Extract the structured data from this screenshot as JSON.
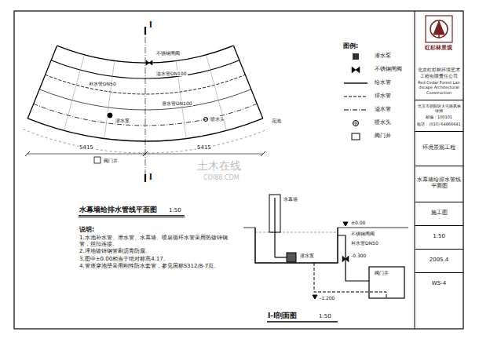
{
  "diagram": {
    "nodes": [
      {
        "text": [
          "北京红杉林环境艺术工程有限责任公司",
          "Red Cedar Forest Landscape Architectural Construction"
        ]
      },
      {
        "text": [
          "北京市朝阳区大屯路风林绿洲",
          "邮编：100101",
          "电话：(010) 64866641"
        ],
        "in": 0
      },
      {
        "text": [
          "环境景观工程"
        ],
        "in": 0
      },
      {
        "text": [
          "水幕墙给排水管线平面图"
        ],
        "in": 0
      },
      {
        "text": [
          "施工图"
        ],
        "in": 0
      },
      {
        "text": [
          "1:50"
        ],
        "in": 0
      },
      {
        "text": [
          "2005.4"
        ],
        "in": 0
      },
      {
        "text": [
          "WS-4"
        ],
        "in": 0
      }
    ],
    "labels": [
      "I",
      "I",
      "5415",
      "5415",
      "不锈钢闸阀",
      "溢水管DN100",
      "补水管DN50",
      "泄水管DN100",
      "喷水头",
      "潜水泵",
      "花池",
      "阀门井",
      "水幕墙给排水管线平面图",
      "1:50",
      "说明:",
      "1.水池补水管、泄水管、水幕墙、喷泉循环水管采用热镀锌钢管，丝扣连接。",
      "2.埋地镀锌钢管刷沥青防腐。",
      "3.图中±0.00相当于绝对标高4.17。",
      "4.管道穿池壁采用刚性防水套管，参见国标S312/8-7页。",
      "水幕墙",
      "±0.00",
      "不锈钢闸阀",
      "补水管DN50",
      "-0.300",
      "阀门井",
      "潜水泵",
      "-1.200",
      "I-I剖面图",
      "1:50",
      "图例:",
      "红杉林景观",
      "土木在线",
      "COI88.COM"
    ],
    "legend": [
      {
        "text": "潜水泵"
      },
      {
        "text": "不锈钢闸阀"
      },
      {
        "text": "给水管"
      },
      {
        "text": "排水管"
      },
      {
        "text": "溢水管"
      },
      {
        "text": "喷水头"
      },
      {
        "text": "阀门井"
      }
    ]
  }
}
